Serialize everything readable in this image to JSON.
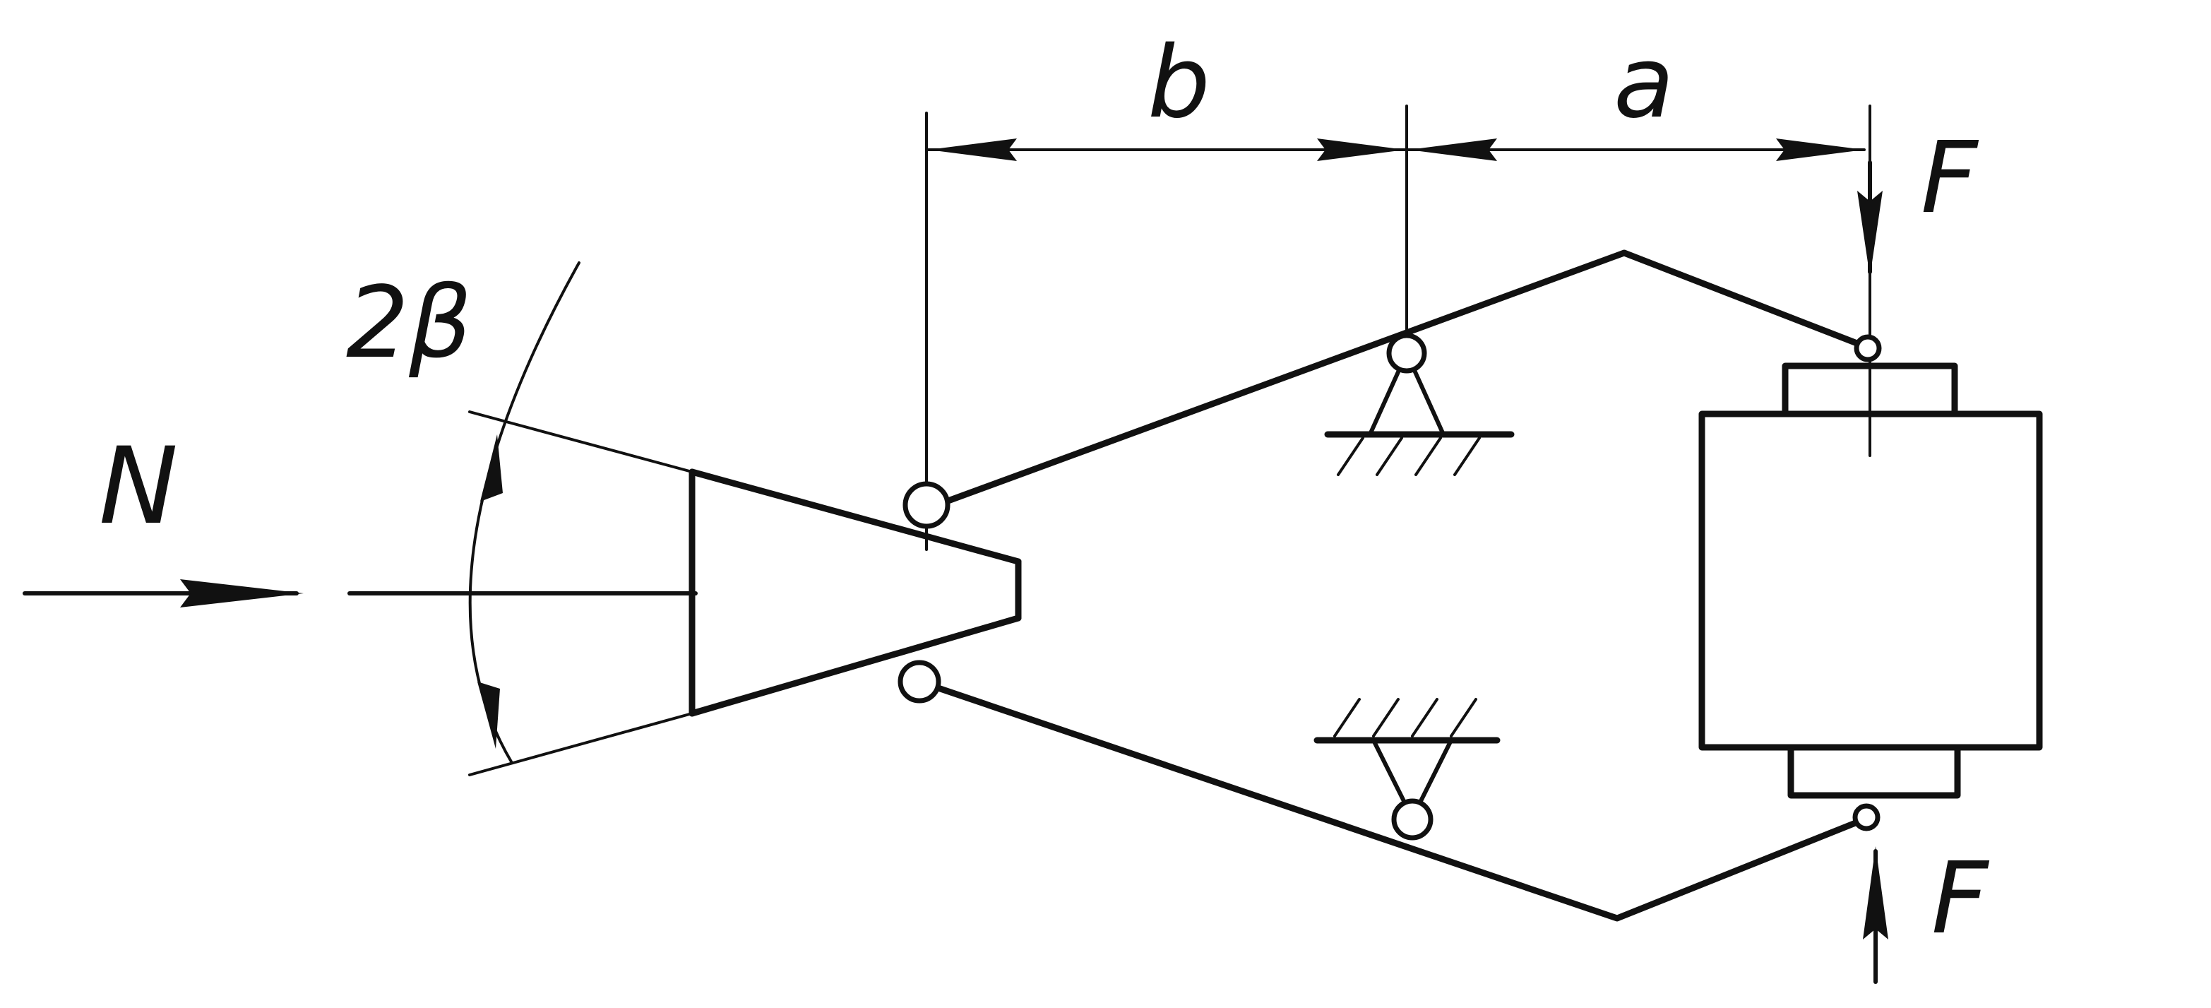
{
  "labels": {
    "force_n": "N",
    "angle": "2β",
    "dim_b": "b",
    "dim_a": "a",
    "force_f_top": "F",
    "force_f_bottom": "F"
  },
  "colors": {
    "ink": "#111111",
    "paper": "#ffffff"
  }
}
